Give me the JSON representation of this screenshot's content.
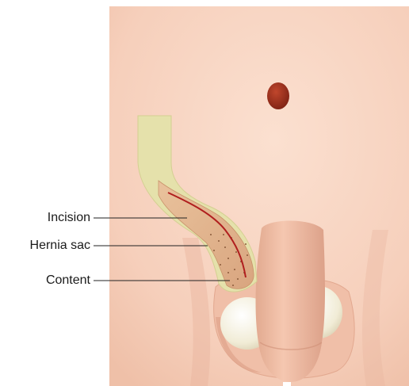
{
  "labels": {
    "incision": "Incision",
    "hernia_sac": "Hernia sac",
    "content": "Content"
  },
  "colors": {
    "background": "#ffffff",
    "skin": "#f7d2bf",
    "skin_shadow": "#e9b39c",
    "umbilicus": "#9b2e1c",
    "inguinal_canal": "#e4e0a8",
    "hernia_sac": "#e2b58d",
    "incision_line": "#b01e1e",
    "testis": "#f3efdc",
    "leader_line": "#222222"
  }
}
